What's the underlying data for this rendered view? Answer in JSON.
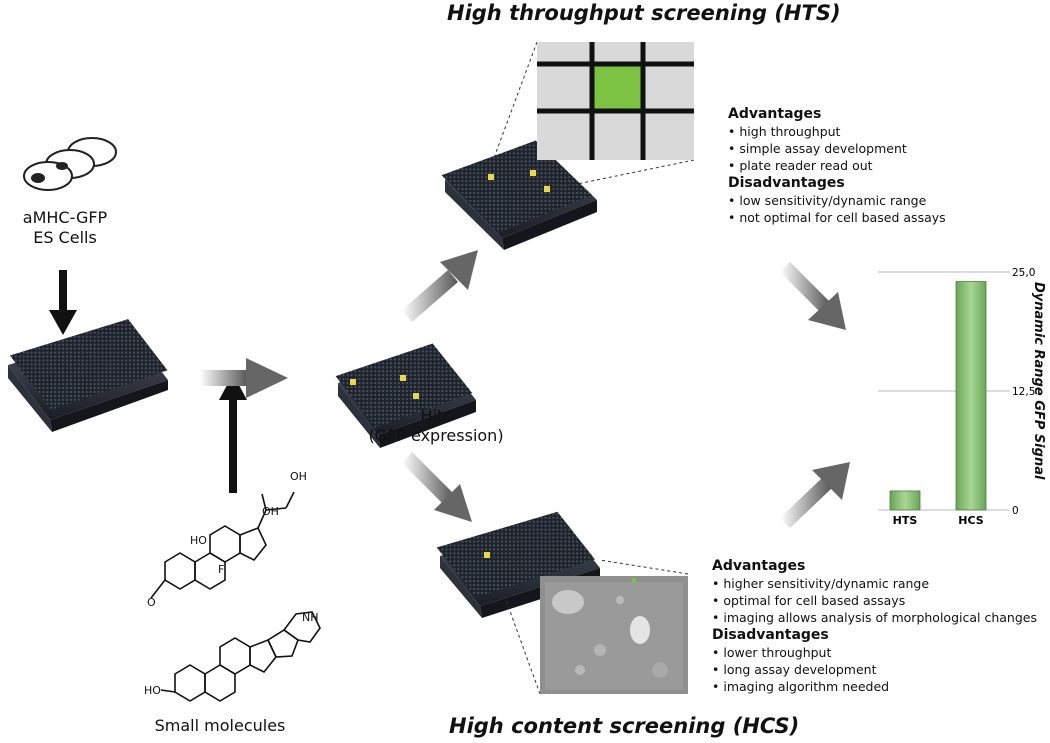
{
  "hts": {
    "title": "High throughput screening (HTS)",
    "advantages_header": "Advantages",
    "advantages": [
      "high throughput",
      "simple assay development",
      "plate reader read out"
    ],
    "disadvantages_header": "Disadvantages",
    "disadvantages": [
      "low sensitivity/dynamic range",
      "not optimal for cell based assays"
    ]
  },
  "hcs": {
    "title": "High content screening (HCS)",
    "advantages_header": "Advantages",
    "advantages": [
      "higher sensitivity/dynamic range",
      "optimal for cell based assays",
      "imaging allows analysis of morphological changes"
    ],
    "disadvantages_header": "Disadvantages",
    "disadvantages": [
      "lower throughput",
      "long assay development",
      "imaging algorithm needed"
    ]
  },
  "cells": {
    "line1": "aMHC-GFP",
    "line2": "ES Cells"
  },
  "hits": {
    "line1": "Hits",
    "line2": "(GFP expression)"
  },
  "small_molecules": "Small molecules",
  "colors": {
    "gfp_green": "#7cc243",
    "plate_dark": "#2b2f3a",
    "bar_green": "#7fb86a"
  },
  "chart_data": {
    "type": "bar",
    "categories": [
      "HTS",
      "HCS"
    ],
    "values": [
      2.0,
      24.0
    ],
    "ylabel": "Dynamic Range GFP Signal",
    "ylim": [
      0,
      25
    ],
    "yticks": [
      "25,0",
      "12,5",
      "0"
    ],
    "grid": true
  }
}
